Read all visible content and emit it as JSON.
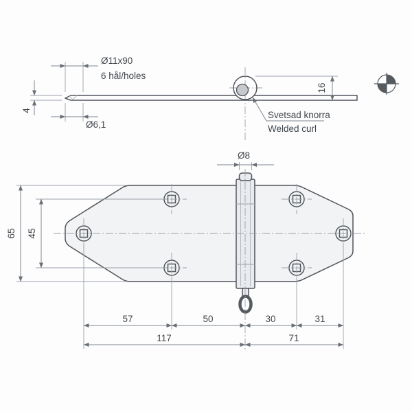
{
  "drawing": {
    "side_view": {
      "countersink_dim": "Ø11x90",
      "holes_note": "6 hål/holes",
      "hole_dim": "Ø6,1",
      "thickness_dim": "4",
      "curl_height_dim": "16",
      "weld_note_sv": "Svetsad knorra",
      "weld_note_en": "Welded curl"
    },
    "plan_view": {
      "pin_dim": "Ø8",
      "overall_height_dim": "65",
      "hole_row_spacing_dim": "45",
      "bottom_dims": [
        "57",
        "50",
        "30",
        "31"
      ],
      "overall_dims": [
        "117",
        "71"
      ]
    },
    "colors": {
      "outline": "#50555b",
      "dimension": "#80868d",
      "part_fill": "#f2f3f5",
      "background": "#fdfdfe"
    }
  }
}
